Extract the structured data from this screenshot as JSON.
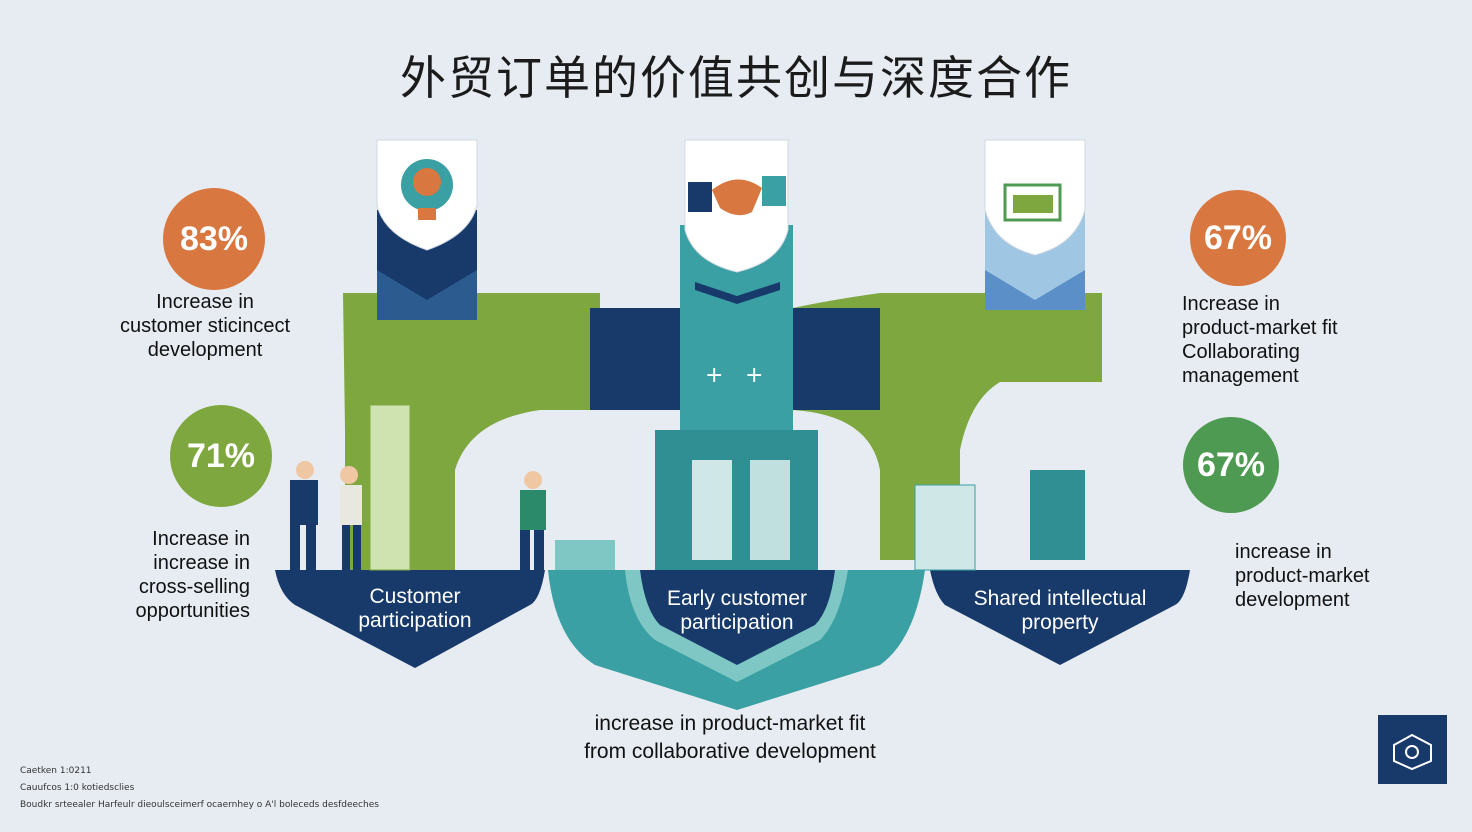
{
  "title": "外贸订单的价值共创与深度合作",
  "stats": [
    {
      "id": "tl",
      "value": "83%",
      "color": "#d8773f",
      "lines": [
        "Increase in",
        "customer sticincect",
        "development"
      ]
    },
    {
      "id": "ml",
      "value": "71%",
      "color": "#7ea83f",
      "lines": [
        "Increase in",
        "increase in",
        "cross-selling",
        "opportunities"
      ]
    },
    {
      "id": "tr",
      "value": "67%",
      "color": "#d8773f",
      "lines": [
        "Increase in",
        "product-market fit",
        "Collaborating",
        "management"
      ]
    },
    {
      "id": "mr",
      "value": "67%",
      "color": "#4e9a52",
      "lines": [
        "increase in",
        "product-market",
        "development"
      ]
    }
  ],
  "nodes": [
    {
      "id": "left",
      "lines": [
        "Customer",
        "participation"
      ]
    },
    {
      "id": "center",
      "lines": [
        "Early customer",
        "participation"
      ]
    },
    {
      "id": "right",
      "lines": [
        "Shared intellectual",
        "property"
      ]
    }
  ],
  "bottom_note": {
    "lines": [
      "increase in product-market fit",
      "from collaborative development"
    ]
  },
  "footer_lines": [
    "Caetken 1:0211",
    "Cauufcos 1:0 kotiedsclies",
    "Boudkr srteealer Harfeulr dieoulsceimerf ocaernhey o A'l boleceds desfdeeches"
  ],
  "colors": {
    "navy": "#173a6b",
    "green": "#7ea83f",
    "teal": "#3aa0a3",
    "light_teal": "#7fc7c5"
  }
}
